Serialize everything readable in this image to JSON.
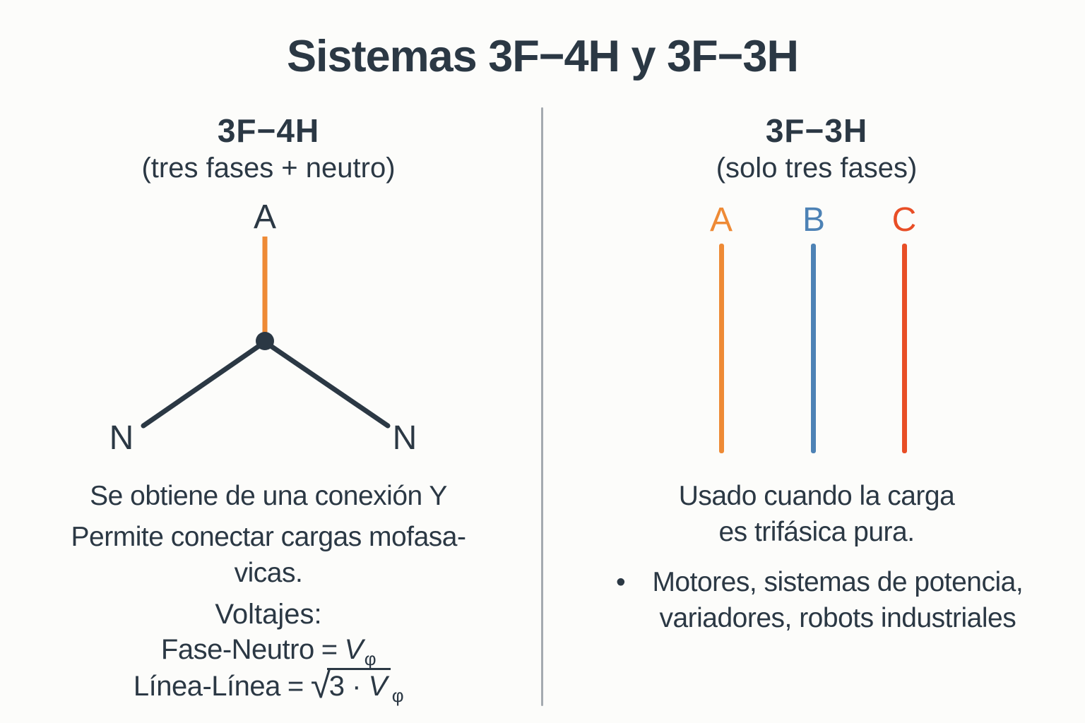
{
  "title": "Sistemas 3F−4H y 3F−3H",
  "ink_color": "#2b3844",
  "divider_color": "#a4aab0",
  "left": {
    "heading": "3F−4H",
    "subheading": "(tres fases + neutro)",
    "diagram": {
      "phase_label": "A",
      "phase_color": "#ee8a35",
      "node_color": "#2b3844",
      "wire_color": "#2b3844",
      "neutral_left": "N",
      "neutral_right": "N"
    },
    "text_line1": "Se obtiene de una conexión Y",
    "text_line2a": "Permite conectar cargas mofasa-",
    "text_line2b": "vicas.",
    "voltages_heading": "Voltajes:",
    "formulas": [
      {
        "label": "Fase-Neutro",
        "eq": "=",
        "variable": "V",
        "subscript": "φ"
      },
      {
        "label": "Línea-Línea",
        "eq": "=",
        "radical": "√",
        "radicand": "3 ·",
        "variable": "V",
        "subscript": "φ"
      }
    ]
  },
  "right": {
    "heading": "3F−3H",
    "subheading": "(solo tres fases)",
    "phases": [
      {
        "label": "A",
        "color": "#ee8a35"
      },
      {
        "label": "B",
        "color": "#4d82b5"
      },
      {
        "label": "C",
        "color": "#e84e26"
      }
    ],
    "desc_line1": "Usado cuando la carga",
    "desc_line2": "es trifásica pura.",
    "bullet_marker": "•",
    "bullet_line1": "Motores, sistemas de potencia,",
    "bullet_line2": "variadores, robots industriales"
  }
}
